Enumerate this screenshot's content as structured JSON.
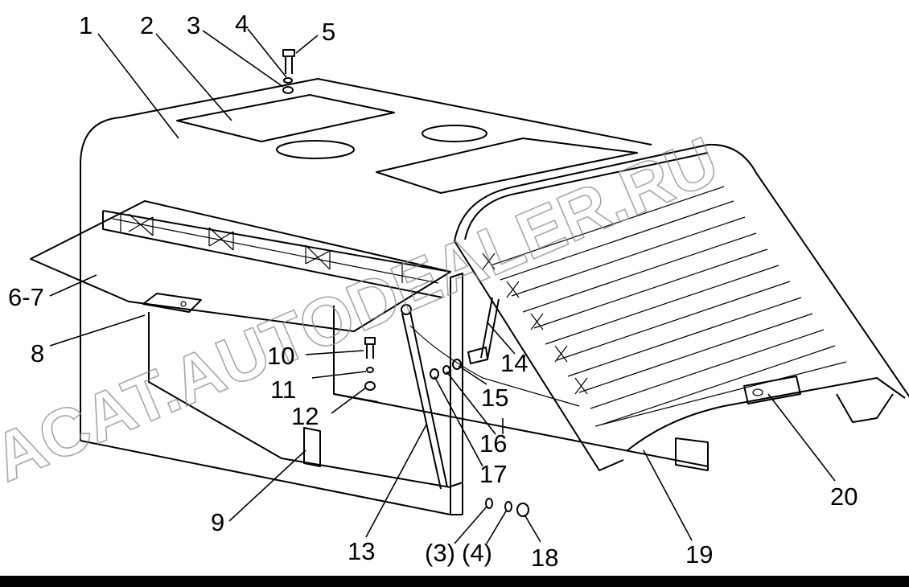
{
  "watermark": "ACAT.AUTODEALER.RU",
  "callouts": {
    "c1": "1",
    "c2": "2",
    "c3": "3",
    "c4": "4",
    "c5": "5",
    "c67": "6-7",
    "c8": "8",
    "c9": "9",
    "c10": "10",
    "c11": "11",
    "c12": "12",
    "c13": "13",
    "c14": "14",
    "c15": "15",
    "c16": "16",
    "c17": "17",
    "c3b": "(3)",
    "c4b": "(4)",
    "c18": "18",
    "c19": "19",
    "c20": "20"
  },
  "colors": {
    "line": "#000000",
    "background": "#ffffff",
    "watermark": "#8a8a8a",
    "bottom_bar": "#000000"
  }
}
